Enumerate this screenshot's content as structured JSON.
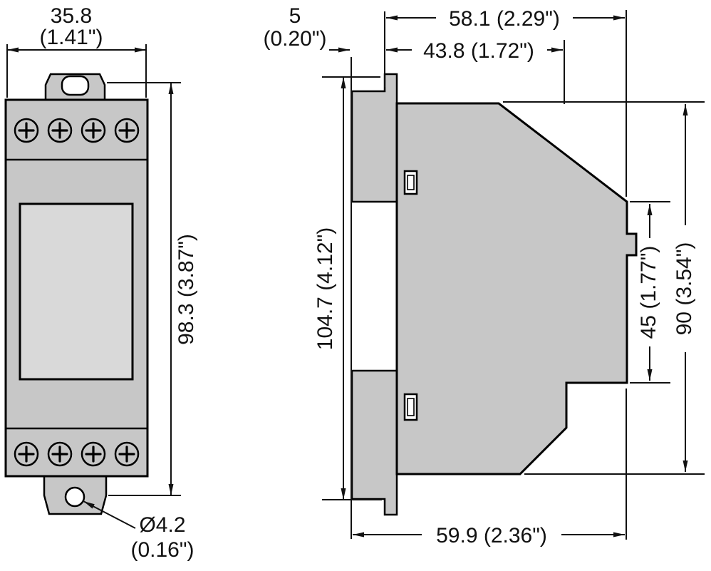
{
  "colors": {
    "part_fill": "#c7c7c7",
    "panel_fill": "#d9d9d9",
    "detail_fill": "#ffffff"
  },
  "front_view": {
    "width_mm": "35.8",
    "width_in": "(1.41\")",
    "height": "98.3 (3.87\")",
    "hole_diameter": "Ø4.2",
    "hole_diameter_in": "(0.16\")"
  },
  "side_view": {
    "rail_offset": "5",
    "rail_offset_in": "(0.20\")",
    "depth_total": "58.1 (2.29\")",
    "depth_upper": "43.8 (1.72\")",
    "height_total": "104.7 (4.12\")",
    "height_right": "45 (1.77\")",
    "height_body": "90 (3.54\")",
    "depth_lower": "59.9 (2.36\")"
  }
}
